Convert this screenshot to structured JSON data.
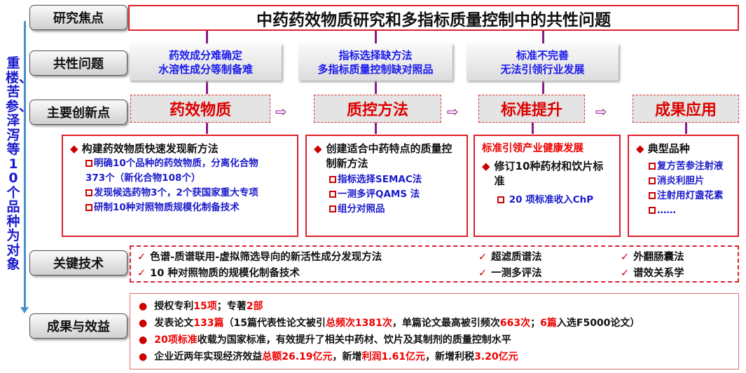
{
  "side_text": "重楼、苦参、泽泻等10个品种为对象",
  "labels": {
    "focus": "研究焦点",
    "problems": "共性问题",
    "innovation": "主要创新点",
    "tech": "关键技术",
    "results": "成果与效益"
  },
  "title": "中药药效物质研究和多指标质量控制中的共性问题",
  "problems": [
    [
      "药效成分难确定",
      "水溶性成分等制备难"
    ],
    [
      "指标选择缺方法",
      "多指标质量控制缺对照品"
    ],
    [
      "标准不完善",
      "无法引领行业发展"
    ]
  ],
  "innovations": [
    "药效物质",
    "质控方法",
    "标准提升",
    "成果应用"
  ],
  "details": {
    "d1": {
      "head": "构建药效物质快速发现新方法",
      "items": [
        "明确10个品种的药效物质，分离化合物",
        "373个（新化合物108个）",
        "发现候选药物3个，2个获国家重大专项",
        "研制10种对照物质规模化制备技术"
      ]
    },
    "d2": {
      "head": "创建适合中药特点的质量控制新方法",
      "items": [
        "指标选择SEMAC法",
        "一测多评QAMS 法",
        "组分对照品"
      ]
    },
    "d3": {
      "title": "标准引领产业健康发展",
      "head": "修订10种药材和饮片标准",
      "items": [
        "20 项标准收入ChP"
      ]
    },
    "d4": {
      "head": "典型品种",
      "items": [
        "复方苦参注射液",
        "消炎利胆片",
        "注射用灯盏花素",
        "……"
      ]
    }
  },
  "tech": [
    "色谱-质谱联用-虚拟筛选导向的新活性成分发现方法",
    "10 种对照物质的规模化制备技术",
    "超滤质谱法",
    "一测多评法",
    "外翻肠囊法",
    "谱效关系学"
  ],
  "results": [
    [
      [
        "授权专利",
        0
      ],
      [
        "15项",
        1
      ],
      [
        "；专著",
        0
      ],
      [
        "2部",
        1
      ]
    ],
    [
      [
        "发表论文",
        0
      ],
      [
        "133篇",
        1
      ],
      [
        "（15篇代表性论文被引",
        0
      ],
      [
        "总频次1381次",
        1
      ],
      [
        "，单篇论文最高被引频次",
        0
      ],
      [
        "663次",
        1
      ],
      [
        "；",
        0
      ],
      [
        "6篇",
        1
      ],
      [
        "入选F5000论文）",
        0
      ]
    ],
    [
      [
        "20项标准",
        1
      ],
      [
        "收载为国家标准，有效提升了相关中药材、饮片及其制剂的质量控制水平",
        0
      ]
    ],
    [
      [
        "企业近两年实现经济效益",
        0
      ],
      [
        "总额26.19亿元",
        1
      ],
      [
        "，新增",
        0
      ],
      [
        "利润1.61亿元",
        1
      ],
      [
        "，新增利税",
        0
      ],
      [
        "3.20亿元",
        1
      ]
    ]
  ]
}
